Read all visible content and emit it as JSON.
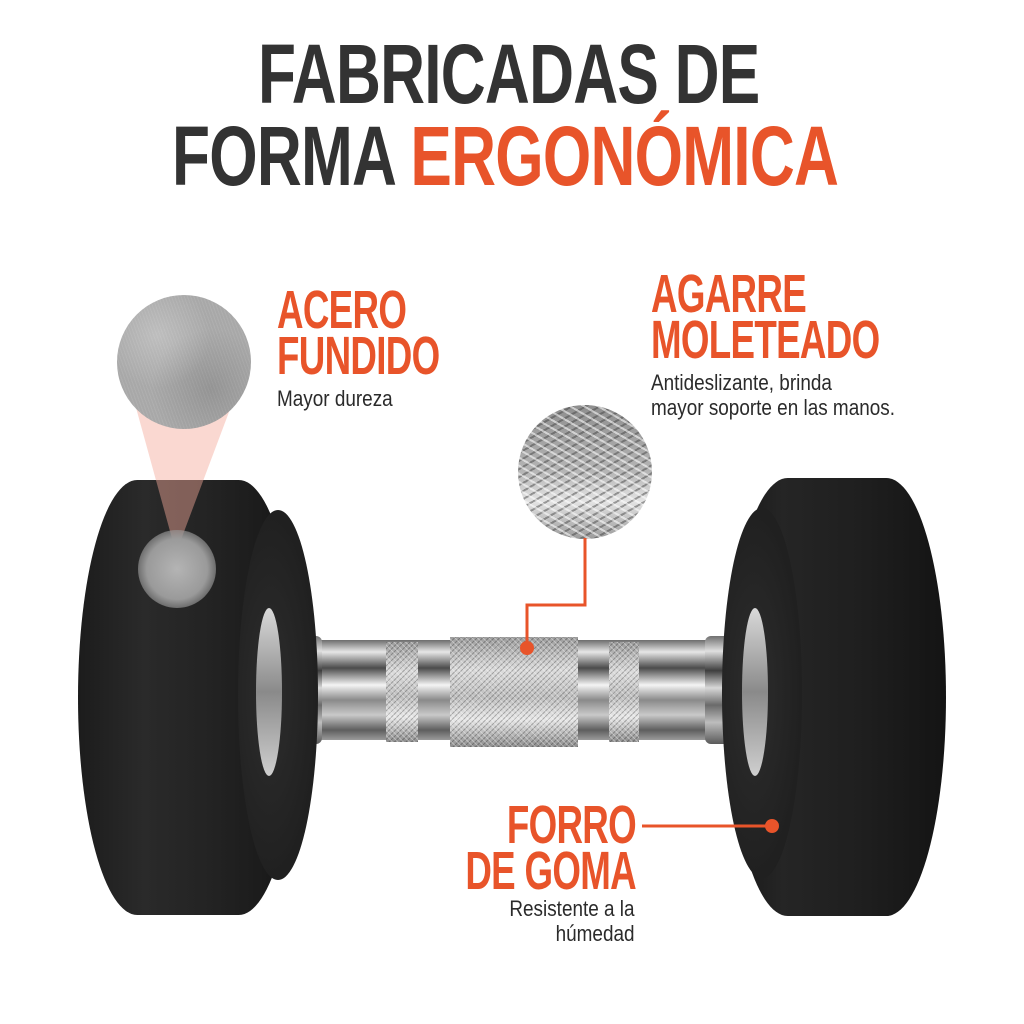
{
  "title": {
    "line1": "FABRICADAS DE",
    "line2_dark": "FORMA",
    "line2_accent": "ERGONÓMICA"
  },
  "colors": {
    "accent": "#e8542a",
    "dark_text": "#333333",
    "background": "#ffffff",
    "rubber": "#1f1f1f",
    "cone_pink": "#f9d3c8"
  },
  "features": {
    "steel": {
      "heading_line1": "ACERO",
      "heading_line2": "FUNDIDO",
      "description": "Mayor dureza",
      "icon": "cast-steel-texture-zoom"
    },
    "grip": {
      "heading_line1": "AGARRE",
      "heading_line2": "MOLETEADO",
      "description_line1": "Antideslizante, brinda",
      "description_line2": "mayor soporte en las manos.",
      "icon": "knurled-texture-zoom"
    },
    "rubber": {
      "heading_line1": "FORRO",
      "heading_line2": "DE GOMA",
      "description_line1": "Resistente a la",
      "description_line2": "húmedad"
    }
  },
  "product": {
    "image": "dumbbell-rubber-coated"
  }
}
